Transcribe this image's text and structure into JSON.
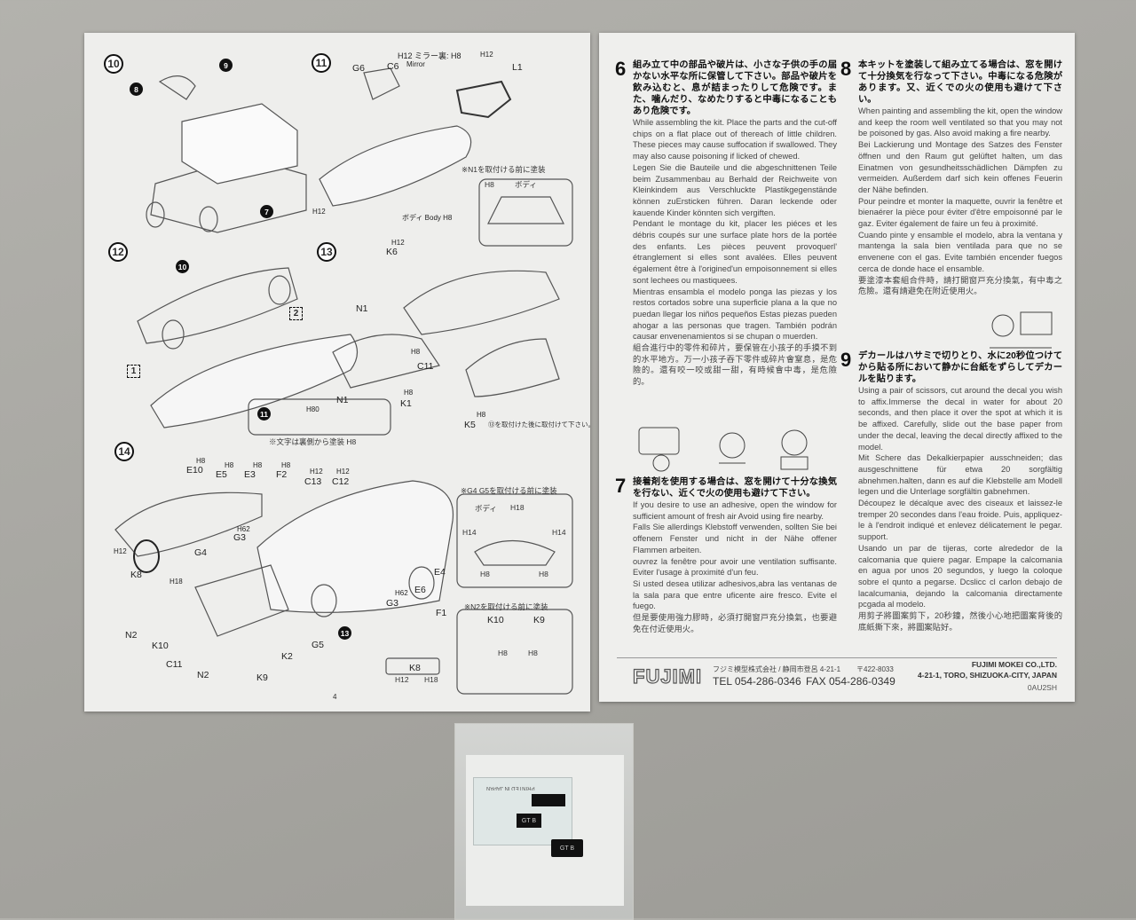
{
  "left_sheet": {
    "steps": [
      "10",
      "11",
      "12",
      "13",
      "14"
    ],
    "part_numbers": [
      "9",
      "8",
      "7",
      "10",
      "11",
      "13"
    ],
    "boxed_numbers": [
      "2",
      "1"
    ],
    "labels": {
      "mirror_note": "H12 ミラー裏: H8",
      "mirror": "Mirror",
      "g6": "G6",
      "c6": "C6",
      "h12_a": "H12",
      "l1": "L1",
      "body_note": "ボディ Body H8",
      "h12_b": "H12",
      "k6": "K6",
      "h12_c": "H12",
      "n1": "N1",
      "h8_a": "H8",
      "c11": "C11",
      "h8_b": "H8",
      "k1": "K1",
      "k5": "K5",
      "h8_c": "H8",
      "n1_b": "N1",
      "h80": "H80",
      "e10": "E10",
      "e5": "E5",
      "e3": "E3",
      "f2": "F2",
      "c13": "C13",
      "c12": "C12",
      "h8_d": "H8",
      "h8_e": "H8",
      "h8_f": "H8",
      "h8_g": "H8",
      "h12_d": "H12",
      "h12_e": "H12",
      "g3": "G3",
      "h62": "H62",
      "g4": "G4",
      "h12_f": "H12",
      "k8": "K8",
      "h18": "H18",
      "e4": "E4",
      "e6": "E6",
      "h62_b": "H62",
      "g3_b": "G3",
      "f1": "F1",
      "n2": "N2",
      "k10": "K10",
      "c11_b": "C11",
      "k2": "K2",
      "g5": "G5",
      "n2_b": "N2",
      "k9": "K9"
    },
    "notes": {
      "n1_paint": "※N1を取付ける前に塗装",
      "n1_body": "ボディ",
      "n1_h8": "H8",
      "k5_after": "⑬を取付けた後に取付けて下さい。",
      "letters_paint": "※文字は裏側から塗装 H8",
      "g4g5_paint": "※G4 G5を取付ける前に塗装",
      "g4g5_body": "ボディ",
      "g4g5_h18": "H18",
      "g4g5_h14a": "H14",
      "g4g5_h14b": "H14",
      "g4g5_h8a": "H8",
      "g4g5_h8b": "H8",
      "n2_paint": "※N2を取付ける前に塗装",
      "n2_k10": "K10",
      "n2_k9": "K9",
      "n2_h8a": "H8",
      "n2_h8b": "H8",
      "k8_title": "K8",
      "k8_h12": "H12",
      "k8_h18": "H18"
    },
    "page_number": "4"
  },
  "right_sheet": {
    "sections": [
      {
        "num": "6",
        "ja": "組み立て中の部品や破片は、小さな子供の手の届かない水平な所に保管して下さい。部品や破片を飲み込むと、息が詰まったりして危険です。また、噛んだり、なめたりすると中毒になることもあり危険です。",
        "en": "While assembling the kit. Place the parts and the cut-off chips on a flat place out of thereach of little children. These pieces may cause suffocation if swallowed. They may also cause poisoning if licked of chewed.",
        "de": "Legen Sie die Bauteile und die abgeschnittenen Teile beim Zusammenbau au Berhald der Reichweite von Kleinkindem aus Verschluckte Plastikgegenstände können zuErsticken führen. Daran leckende oder kauende Kinder könnten sich vergiften.",
        "fr": "Pendant le montage du kit, placer les piéces et les débris coupés sur une surface plate hors de la portée des enfants. Les pièces peuvent provoquerl' étranglement si elles sont avalées. Elles peuvent également être à l'origined'un empoisonnement si elles sont lechees ou mastiquees.",
        "es": "Mientras ensambla el modelo ponga las piezas y los restos cortados sobre una superficie plana a la que no puedan llegar los niños pequeños Estas piezas pueden ahogar a las personas que tragen. También podrán causar envenenamientos si se chupan o muerden.",
        "zh": "組合進行中的零件和碎片，要保管在小孩子的手摸不到的水平地方。万一小孩子吞下零件或碎片會窒息，是危險的。還有咬一咬或甜一甜，有時候會中毒，是危險的。"
      },
      {
        "num": "7",
        "ja": "接着剤を使用する場合は、窓を開けて十分な換気を行ない、近くで火の使用も避けて下さい。",
        "en": "If you desire to use an adhesive, open the window for sufficient amount of fresh air Avoid using fire nearby.",
        "de": "Falls Sie allerdings Klebstoff verwenden, sollten Sie bei offenem Fenster und nicht in der Nähe offener Flammen arbeiten.",
        "fr": "ouvrez la fenêtre pour avoir une ventilation suffisante. Eviter l'usage à proximité d'un feu.",
        "es": "Si usted desea utilizar adhesivos,abra las ventanas de la sala para que entre uficente aire fresco. Evite el fuego.",
        "zh": "但是要使用強力膠時，必須打開窗戸充分換氣，也要避免在付近使用火。"
      },
      {
        "num": "8",
        "ja": "本キットを塗装して組み立てる場合は、窓を開けて十分換気を行なって下さい。中毒になる危険があります。又、近くでの火の使用も避けて下さい。",
        "en": "When painting and assembling the kit, open the window and keep the room well ventilated so that you may not be poisoned by gas. Also avoid making a fire nearby.",
        "de": "Bei Lackierung und Montage des Satzes des Fenster öffnen und den Raum gut gelüftet halten, um das Einatmen von gesundheitsschädlichen Dämpfen zu vermeiden. Außerdem darf sich kein offenes Feuerin der Nähe befinden.",
        "fr": "Pour peindre et monter la maquette, ouvrir la fenêtre et bienaérer la pièce pour éviter d'être empoisonné par le gaz. Eviter également de faire un feu à proximité.",
        "es": "Cuando pinte y ensamble el modelo, abra la ventana y mantenga la sala bien ventilada para que no se envenene con el gas. Evite también encender fuegos cerca de donde hace el ensamble.",
        "zh": "要塗漆本套組合件時，請打開窗戸充分換氣，有中毒之危險。還有請避免在附近使用火。"
      },
      {
        "num": "9",
        "ja": "デカールはハサミで切りとり、水に20秒位つけてから貼る所において静かに台紙をずらしてデカールを貼ります。",
        "en": "Using a pair of scissors, cut around the decal you wish to affix.Immerse the decal in water for about 20 seconds, and then place it over the spot at which it is be affixed. Carefully, slide out the base paper from under the decal, leaving the decal directly affixed to the model.",
        "de": "Mit Schere das Dekalkierpapier ausschneiden; das ausgeschnittene für etwa 20 sorgfältig abnehmen.halten, dann es auf die Klebstelle am Modell legen und die Unterlage sorgfältin gabnehmen.",
        "fr": "Découpez le décalque avec des ciseaux et laissez-le tremper 20 secondes dans l'eau froide. Puis, appliquez-le à l'endroit indiqué et enlevez délicatement le pegar. support.",
        "es": "Usando un par de tijeras, corte alrededor de la calcomania que quiere pagar. Empape la calcomania en agua por unos 20 segundos, y luego la coloque sobre el qunto a pegarse. Dcslicc cl carlon debajo de lacalcumania, dejando la calcomania directamente pcgada al modelo.",
        "zh": "用剪子將圖案剪下，20秒鐘，然後小心地把圖案背後的底紙撕下來，將圖案貼好。"
      }
    ],
    "footer": {
      "logo": "FUJIMI",
      "company_ja": "フジミ模型株式会社 / 静岡市登呂 4-21-1",
      "postal": "〒422-8033",
      "tel": "TEL 054-286-0346",
      "fax": "FAX 054-286-0349",
      "company_en": "FUJIMI MOKEI CO.,LTD.",
      "address": "4-21-1, TORO, SHIZUOKA-CITY, JAPAN",
      "code": "0AU2SH"
    }
  },
  "decal": {
    "print_text": "PRINTED IN JAPAN",
    "tag": "GT B"
  }
}
